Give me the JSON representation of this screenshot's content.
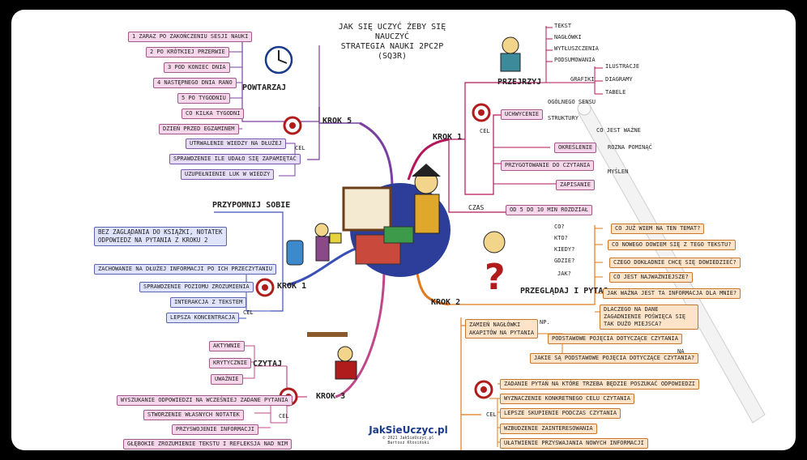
{
  "title": {
    "line1": "JAK SIĘ UCZYĆ ŻEBY SIĘ NAUCZYĆ",
    "line2": "STRATEGIA NAUKI 2PC2P (SQ3R)"
  },
  "branches": {
    "krok5": {
      "label": "KROK 5",
      "stage": "POWTARZAJ",
      "cel_label": "CEL",
      "repeat_items": [
        "1 ZARAZ PO ZAKOŃCZENIU SESJI NAUKI",
        "2 PO KRÓTKIEJ PRZERWIE",
        "3 POD KONIEC DNIA",
        "4 NASTĘPNEGO DNIA RANO",
        "5 PO TYGODNIU",
        "CO KILKA TYGODNI",
        "DZIEŃ PRZED EGZAMINEM"
      ],
      "cel_items": [
        "UTRWALENIE WIEDZY NA DŁUŻEJ",
        "SPRAWDZENIE ILE UDAŁO SIĘ ZAPAMIĘTAĆ",
        "UZUPEŁNIENIE LUK W WIEDZY"
      ]
    },
    "krok4": {
      "label": "KROK 1",
      "stage": "PRZYPOMNIJ SOBIE",
      "cel_label": "CEL",
      "instruction_line1": "BEZ ZAGLĄDANIA DO KSIĄŻKI, NOTATEK",
      "instruction_line2": "ODPOWIEDZ NA PYTANIA Z KROKU 2",
      "cel_items": [
        "ZACHOWANIE NA DŁUŻEJ INFORMACJI PO ICH PRZECZYTANIU",
        "SPRAWDZENIE POZIOMU ZROZUMIENIA",
        "INTERAKCJA Z TEKSTEM",
        "LEPSZA KONCENTRACJA"
      ]
    },
    "krok3": {
      "label": "KROK 3",
      "stage": "CZYTAJ",
      "cel_label": "CEL",
      "mode_items": [
        "AKTYWNIE",
        "KRYTYCZNIE",
        "UWAŻNIE"
      ],
      "cel_items": [
        "WYSZUKANIE ODPOWIEDZI NA WCZEŚNIEJ ZADANE PYTANIA",
        "STWORZENIE WŁASNYCH NOTATEK",
        "PRZYSWOJENIE INFORMACJI",
        "GŁĘBOKIE ZROZUMIENIE TEKSTU I REFLEKSJA NAD NIM"
      ]
    },
    "krok1": {
      "label": "KROK 1",
      "stage": "PRZEJRZYJ",
      "cel_label": "CEL",
      "czas_label": "CZAS",
      "czas_value": "OD 5 DO 10 MIN ROZDZIAŁ",
      "scan_items": [
        "TEKST",
        "NAGŁÓWKI",
        "WYTŁUSZCZENIA",
        "PODSUMOWANIA"
      ],
      "graphics_label": "GRAFIKI",
      "graphics_items": [
        "ILUSTRACJE",
        "DIAGRAMY",
        "TABELE"
      ],
      "cel_items": [
        "UCHWYCENIE",
        "PRZYGOTOWANIE DO CZYTANIA",
        "ZAPISANIE"
      ],
      "partial_items": [
        "OGÓLNEGO SENSU",
        "STRUKTURY",
        "CO JEST WAŻNE",
        "OKREŚLENIE",
        "ROZNA POMINĄĆ",
        "MYŚLEN"
      ]
    },
    "krok2": {
      "label": "KROK 2",
      "stage": "PRZEGLĄDAJ I PYTAJ",
      "cel_label": "CEL",
      "question_words": [
        "CO?",
        "KTO?",
        "KIEDY?",
        "GDZIE?",
        "JAK?"
      ],
      "question_items": [
        "CO JUŻ WIEM NA TEN TEMAT?",
        "CO NOWEGO DOWIEM SIĘ Z TEGO TEKSTU?",
        "CZEGO DOKŁADNIE CHCĘ SIĘ DOWIEDZIEĆ?",
        "CO JEST NAJWAŻNIEJSZE?",
        "JAK WAŻNA JEST TA INFORMACJA DLA MNIE?",
        "DLACZEGO NA DANE ZAGADNIENIE POŚWIĘCA SIĘ TAK DUŻO MIEJSCA?"
      ],
      "convert_line1": "ZAMIEŃ NAGŁÓWKI",
      "convert_line2": "AKAPITÓW NA PYTANIA",
      "example_tag": "NP.",
      "example_items": [
        "PODSTAWOWE POJĘCIA DOTYCZĄCE CZYTANIA",
        "JAKIE SĄ PODSTAWOWE POJĘCIA DOTYCZĄCE CZYTANIA?"
      ],
      "na_label": "NA",
      "cel_items": [
        "ZADANIE PYTAŃ NA KTÓRE TRZEBA BĘDZIE POSZUKAĆ ODPOWIEDZI",
        "WYZNACZENIE KONKRETNEGO CELU CZYTANIA",
        "LEPSZE SKUPIENIE PODCZAS CZYTANIA",
        "WZBUDZENIE ZAINTERESOWANIA",
        "UŁATWIENIE PRZYSWAJANIA NOWYCH INFORMACJI"
      ]
    }
  },
  "logo": {
    "brand": "JakSieUczyc.pl",
    "copyright": "© 2021 JakSieUczyc.pl",
    "author": "Bartosz Kłosiński"
  },
  "colors": {
    "frame": "#000000",
    "purple": "#7a3fa0",
    "pink": "#c0488a",
    "blue": "#3b4fb8",
    "magenta": "#b3165a",
    "orange": "#e07a1c"
  }
}
